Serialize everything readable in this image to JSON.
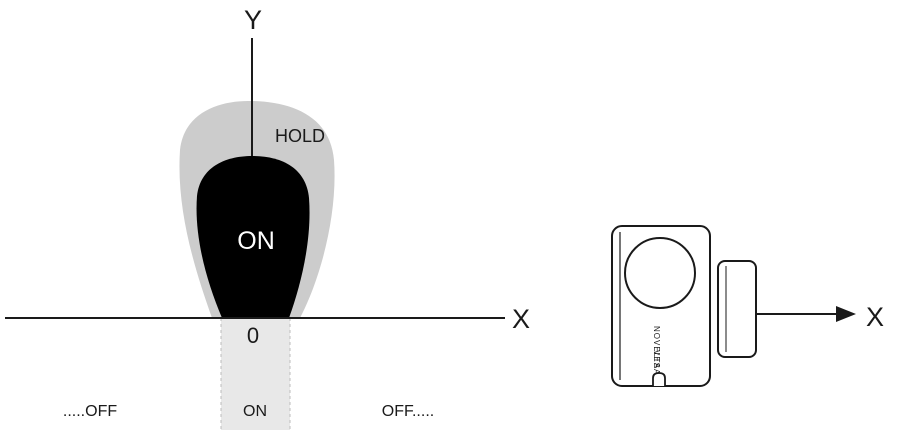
{
  "diagram": {
    "axes": {
      "y_label": "Y",
      "x_label": "X",
      "origin_label": "0"
    },
    "zones": {
      "on_inner": "ON",
      "hold": "HOLD"
    },
    "bottom_labels": {
      "left_off": ".....OFF",
      "center_on": "ON",
      "right_off": "OFF....."
    },
    "sensor": {
      "direction_label": "X",
      "brand_text_1": "NOVELTA",
      "brand_text_2": "VESA"
    },
    "colors": {
      "on_zone": "#000000",
      "hold_zone": "#cccccc",
      "on_band": "#e8e8e8",
      "line": "#1a1a1a"
    }
  }
}
